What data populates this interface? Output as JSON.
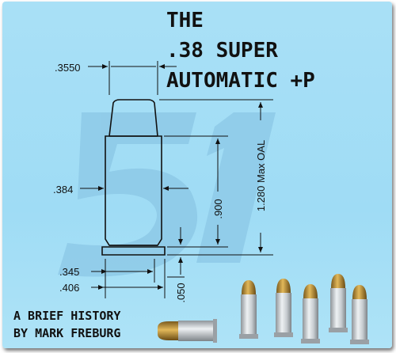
{
  "title": {
    "line1": "THE",
    "line2": ".38 SUPER",
    "line3": "AUTOMATIC +P"
  },
  "byline": {
    "line1": "A BRIEF HISTORY",
    "line2": "BY MARK FREBURG"
  },
  "dimensions": {
    "bullet_dia": ".3550",
    "case_dia": ".384",
    "case_length": ".900",
    "oal": "1.280 Max OAL",
    "groove_dia": ".345",
    "rim_dia": ".406",
    "rim_thickness": ".050"
  },
  "colors": {
    "background": "#a2ddf6",
    "watermark": "#8ec9e6",
    "line": "#111111"
  },
  "icons": {
    "watermark": "51-watermark",
    "cartridge": "cartridge-drawing",
    "rounds": "ammo-rounds-photo"
  }
}
